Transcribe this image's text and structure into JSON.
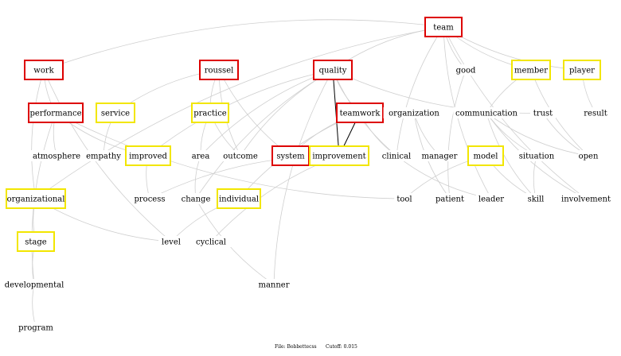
{
  "colors": {
    "red": "#dd0000",
    "yellow": "#f2e600",
    "edge": "#cfcfcf",
    "strong_edge": "#000000"
  },
  "nodes": [
    {
      "id": "team",
      "label": "team",
      "style": "red"
    },
    {
      "id": "work",
      "label": "work",
      "style": "red"
    },
    {
      "id": "roussel",
      "label": "roussel",
      "style": "red"
    },
    {
      "id": "quality",
      "label": "quality",
      "style": "red"
    },
    {
      "id": "good",
      "label": "good",
      "style": "plain"
    },
    {
      "id": "member",
      "label": "member",
      "style": "yellow"
    },
    {
      "id": "player",
      "label": "player",
      "style": "yellow"
    },
    {
      "id": "performance",
      "label": "performance",
      "style": "red"
    },
    {
      "id": "service",
      "label": "service",
      "style": "yellow"
    },
    {
      "id": "practice",
      "label": "practice",
      "style": "yellow"
    },
    {
      "id": "teamwork",
      "label": "teamwork",
      "style": "red"
    },
    {
      "id": "organization",
      "label": "organization",
      "style": "plain"
    },
    {
      "id": "communication",
      "label": "communication",
      "style": "plain"
    },
    {
      "id": "trust",
      "label": "trust",
      "style": "plain"
    },
    {
      "id": "result",
      "label": "result",
      "style": "plain"
    },
    {
      "id": "atmosphere",
      "label": "atmosphere",
      "style": "plain"
    },
    {
      "id": "empathy",
      "label": "empathy",
      "style": "plain"
    },
    {
      "id": "improved",
      "label": "improved",
      "style": "yellow"
    },
    {
      "id": "area",
      "label": "area",
      "style": "plain"
    },
    {
      "id": "outcome",
      "label": "outcome",
      "style": "plain"
    },
    {
      "id": "system",
      "label": "system",
      "style": "red"
    },
    {
      "id": "improvement",
      "label": "improvement",
      "style": "yellow"
    },
    {
      "id": "clinical",
      "label": "clinical",
      "style": "plain"
    },
    {
      "id": "manager",
      "label": "manager",
      "style": "plain"
    },
    {
      "id": "model",
      "label": "model",
      "style": "yellow"
    },
    {
      "id": "situation",
      "label": "situation",
      "style": "plain"
    },
    {
      "id": "open",
      "label": "open",
      "style": "plain"
    },
    {
      "id": "organizational",
      "label": "organizational",
      "style": "yellow"
    },
    {
      "id": "process",
      "label": "process",
      "style": "plain"
    },
    {
      "id": "change",
      "label": "change",
      "style": "plain"
    },
    {
      "id": "individual",
      "label": "individual",
      "style": "yellow"
    },
    {
      "id": "tool",
      "label": "tool",
      "style": "plain"
    },
    {
      "id": "patient",
      "label": "patient",
      "style": "plain"
    },
    {
      "id": "leader",
      "label": "leader",
      "style": "plain"
    },
    {
      "id": "skill",
      "label": "skill",
      "style": "plain"
    },
    {
      "id": "involvement",
      "label": "involvement",
      "style": "plain"
    },
    {
      "id": "stage",
      "label": "stage",
      "style": "yellow"
    },
    {
      "id": "level",
      "label": "level",
      "style": "plain"
    },
    {
      "id": "cyclical",
      "label": "cyclical",
      "style": "plain"
    },
    {
      "id": "developmental",
      "label": "developmental",
      "style": "plain"
    },
    {
      "id": "manner",
      "label": "manner",
      "style": "plain"
    },
    {
      "id": "program",
      "label": "program",
      "style": "plain"
    }
  ],
  "edges": [
    [
      "team",
      "work"
    ],
    [
      "team",
      "good"
    ],
    [
      "team",
      "member"
    ],
    [
      "team",
      "player"
    ],
    [
      "team",
      "quality"
    ],
    [
      "team",
      "organizational"
    ],
    [
      "team",
      "involvement"
    ],
    [
      "team",
      "leader"
    ],
    [
      "team",
      "clinical"
    ],
    [
      "work",
      "performance"
    ],
    [
      "work",
      "organizational"
    ],
    [
      "work",
      "level"
    ],
    [
      "roussel",
      "practice"
    ],
    [
      "roussel",
      "system"
    ],
    [
      "roussel",
      "outcome"
    ],
    [
      "roussel",
      "service"
    ],
    [
      "quality",
      "teamwork"
    ],
    [
      "quality",
      "improvement",
      "strong"
    ],
    [
      "quality",
      "trust"
    ],
    [
      "quality",
      "improved"
    ],
    [
      "quality",
      "area"
    ],
    [
      "quality",
      "outcome"
    ],
    [
      "quality",
      "clinical"
    ],
    [
      "quality",
      "manner"
    ],
    [
      "quality",
      "change"
    ],
    [
      "member",
      "communication"
    ],
    [
      "player",
      "result"
    ],
    [
      "member",
      "open"
    ],
    [
      "performance",
      "atmosphere"
    ],
    [
      "performance",
      "improved"
    ],
    [
      "performance",
      "tool"
    ],
    [
      "performance",
      "developmental"
    ],
    [
      "service",
      "empathy"
    ],
    [
      "practice",
      "area"
    ],
    [
      "practice",
      "outcome"
    ],
    [
      "teamwork",
      "improvement",
      "strong"
    ],
    [
      "teamwork",
      "clinical"
    ],
    [
      "teamwork",
      "individual"
    ],
    [
      "teamwork",
      "system"
    ],
    [
      "organization",
      "manager"
    ],
    [
      "organization",
      "patient"
    ],
    [
      "communication",
      "situation"
    ],
    [
      "communication",
      "open"
    ],
    [
      "communication",
      "skill"
    ],
    [
      "communication",
      "involvement"
    ],
    [
      "trust",
      "open"
    ],
    [
      "improved",
      "process"
    ],
    [
      "area",
      "change"
    ],
    [
      "improvement",
      "cyclical"
    ],
    [
      "improvement",
      "process"
    ],
    [
      "model",
      "tool"
    ],
    [
      "model",
      "skill"
    ],
    [
      "situation",
      "skill"
    ],
    [
      "clinical",
      "leader"
    ],
    [
      "organizational",
      "stage"
    ],
    [
      "organizational",
      "level"
    ],
    [
      "stage",
      "developmental"
    ],
    [
      "developmental",
      "program"
    ],
    [
      "individual",
      "level"
    ],
    [
      "change",
      "manner"
    ],
    [
      "good",
      "patient"
    ]
  ],
  "footer": {
    "file_label": "File: Bobbettecss",
    "cutoff_label": "Cutoff: 0.015"
  }
}
